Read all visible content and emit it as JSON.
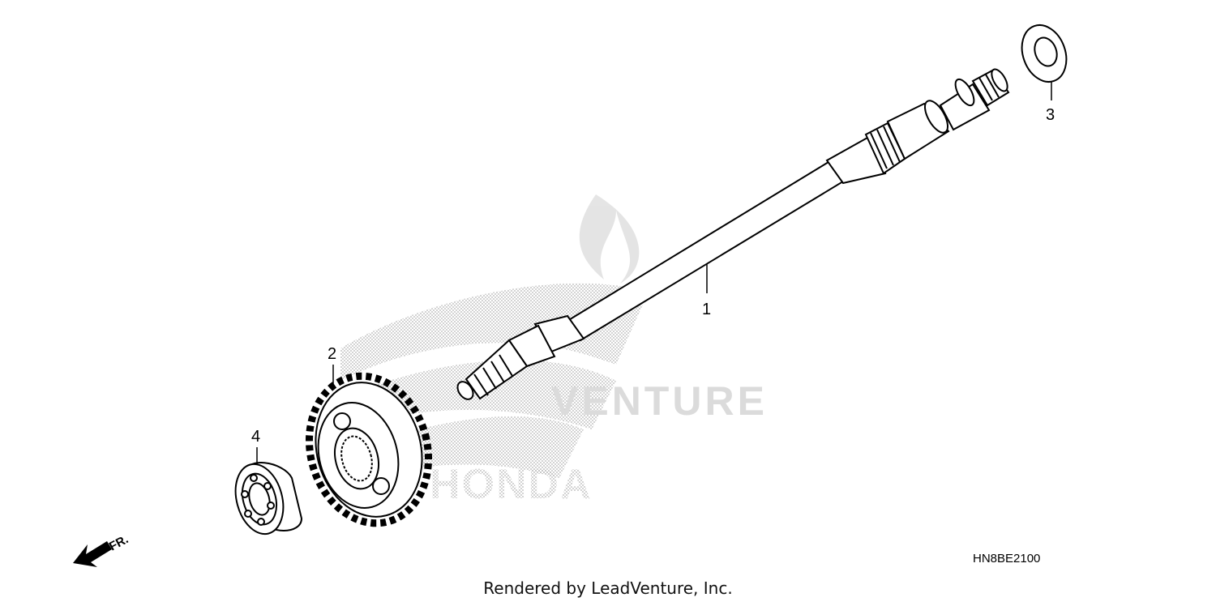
{
  "diagram": {
    "callouts": [
      {
        "id": "1",
        "label": "1"
      },
      {
        "id": "2",
        "label": "2"
      },
      {
        "id": "3",
        "label": "3"
      },
      {
        "id": "4",
        "label": "4"
      }
    ],
    "direction_label": "FR.",
    "diagram_code": "HN8BE2100",
    "watermark_text": "VENTURE",
    "watermark_logo_text": "HONDA"
  },
  "footer": {
    "credit": "Rendered by LeadVenture, Inc."
  },
  "colors": {
    "line": "#000000",
    "watermark": "#c8c8c8",
    "background": "#ffffff"
  }
}
